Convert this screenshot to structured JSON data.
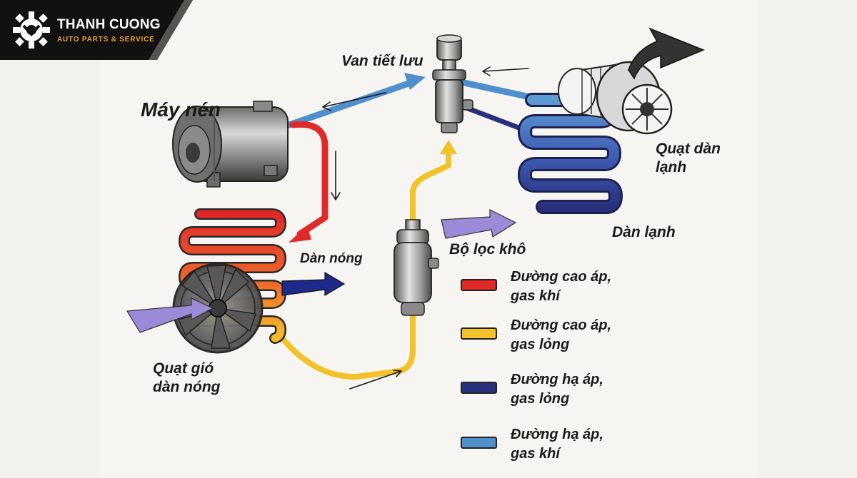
{
  "brand": {
    "name": "THANH CUONG",
    "tagline": "AUTO PARTS & SERVICE"
  },
  "labels": {
    "compressor": "Máy nén",
    "expansion_valve": "Van tiết lưu",
    "evaporator_fan": "Quạt dàn\nlạnh",
    "evaporator": "Dàn lạnh",
    "dryer": "Bộ lọc khô",
    "condenser": "Dàn nóng",
    "condenser_fan": "Quạt gió\ndàn nóng"
  },
  "legend": [
    {
      "text": "Đường cao áp,\ngas khí",
      "color": "#e02a2a"
    },
    {
      "text": "Đường cao áp,\ngas lỏng",
      "color": "#f2c228"
    },
    {
      "text": "Đường hạ áp,\ngas lỏng",
      "color": "#28307e"
    },
    {
      "text": "Đường hạ áp,\ngas khí",
      "color": "#4f8fcc"
    }
  ],
  "colors": {
    "high_pressure_gas": "#e02a2a",
    "high_pressure_liquid": "#f2c228",
    "low_pressure_liquid": "#28307e",
    "low_pressure_gas": "#4f8fcc",
    "airflow": "#9a8ad8",
    "hot_air": "#1d2a8c"
  }
}
